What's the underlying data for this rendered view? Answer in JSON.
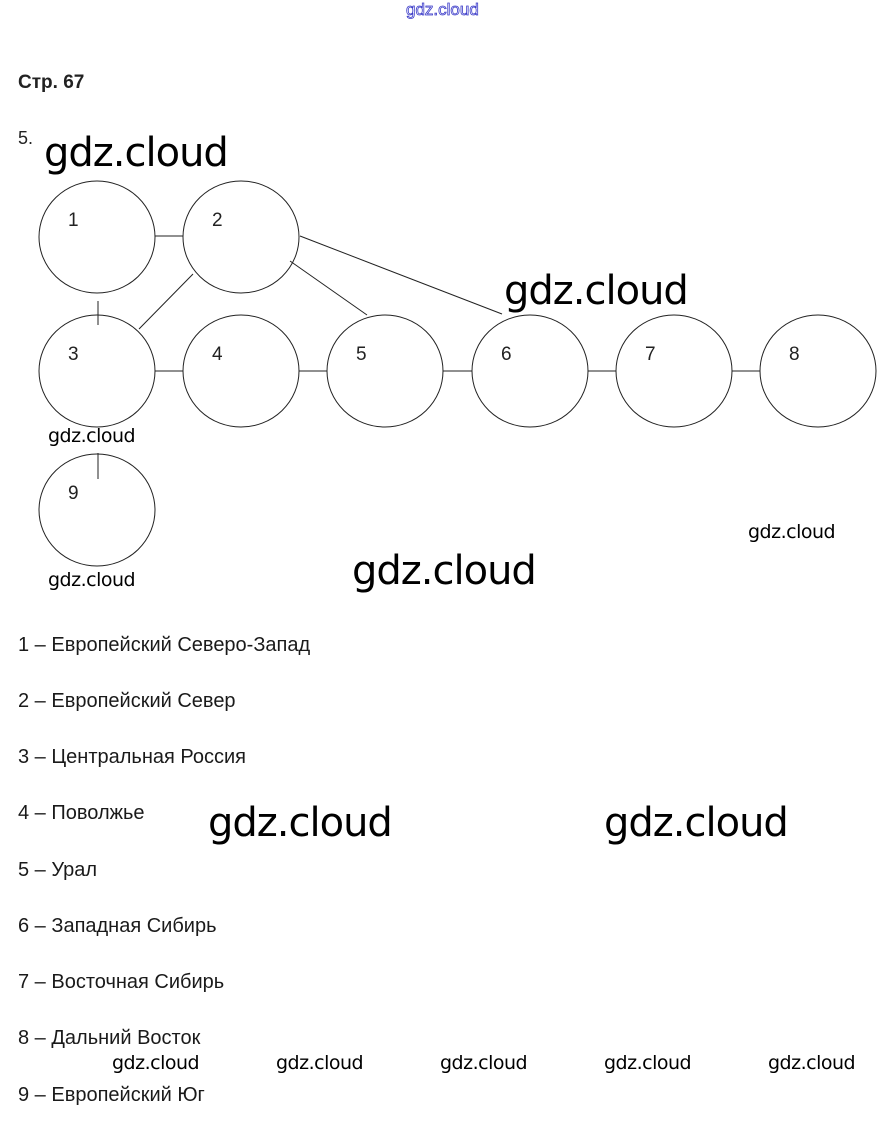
{
  "header": {
    "top_watermark": "gdz.cloud",
    "page_label": "Стр. 67",
    "task_number": "5."
  },
  "watermarks": {
    "large": [
      "gdz.cloud",
      "gdz.cloud",
      "gdz.cloud",
      "gdz.cloud",
      "gdz.cloud"
    ],
    "small": [
      "gdz.cloud",
      "gdz.cloud",
      "gdz.cloud"
    ],
    "footer_row": [
      "gdz.cloud",
      "gdz.cloud",
      "gdz.cloud",
      "gdz.cloud",
      "gdz.cloud"
    ]
  },
  "diagram": {
    "nodes": [
      {
        "id": 1,
        "label": "1"
      },
      {
        "id": 2,
        "label": "2"
      },
      {
        "id": 3,
        "label": "3"
      },
      {
        "id": 4,
        "label": "4"
      },
      {
        "id": 5,
        "label": "5"
      },
      {
        "id": 6,
        "label": "6"
      },
      {
        "id": 7,
        "label": "7"
      },
      {
        "id": 8,
        "label": "8"
      },
      {
        "id": 9,
        "label": "9"
      }
    ],
    "edges": [
      [
        1,
        2
      ],
      [
        1,
        3
      ],
      [
        2,
        3
      ],
      [
        2,
        5
      ],
      [
        2,
        6
      ],
      [
        3,
        4
      ],
      [
        4,
        5
      ],
      [
        5,
        6
      ],
      [
        6,
        7
      ],
      [
        7,
        8
      ],
      [
        3,
        9
      ]
    ],
    "stroke_color": "#222222"
  },
  "legend": [
    "1 – Европейский Северо-Запад",
    "2 – Европейский Север",
    "3 – Центральная Россия",
    "4 – Поволжье",
    "5 – Урал",
    "6 – Западная Сибирь",
    "7 – Восточная Сибирь",
    "8 – Дальний Восток",
    "9 – Европейский Юг"
  ]
}
